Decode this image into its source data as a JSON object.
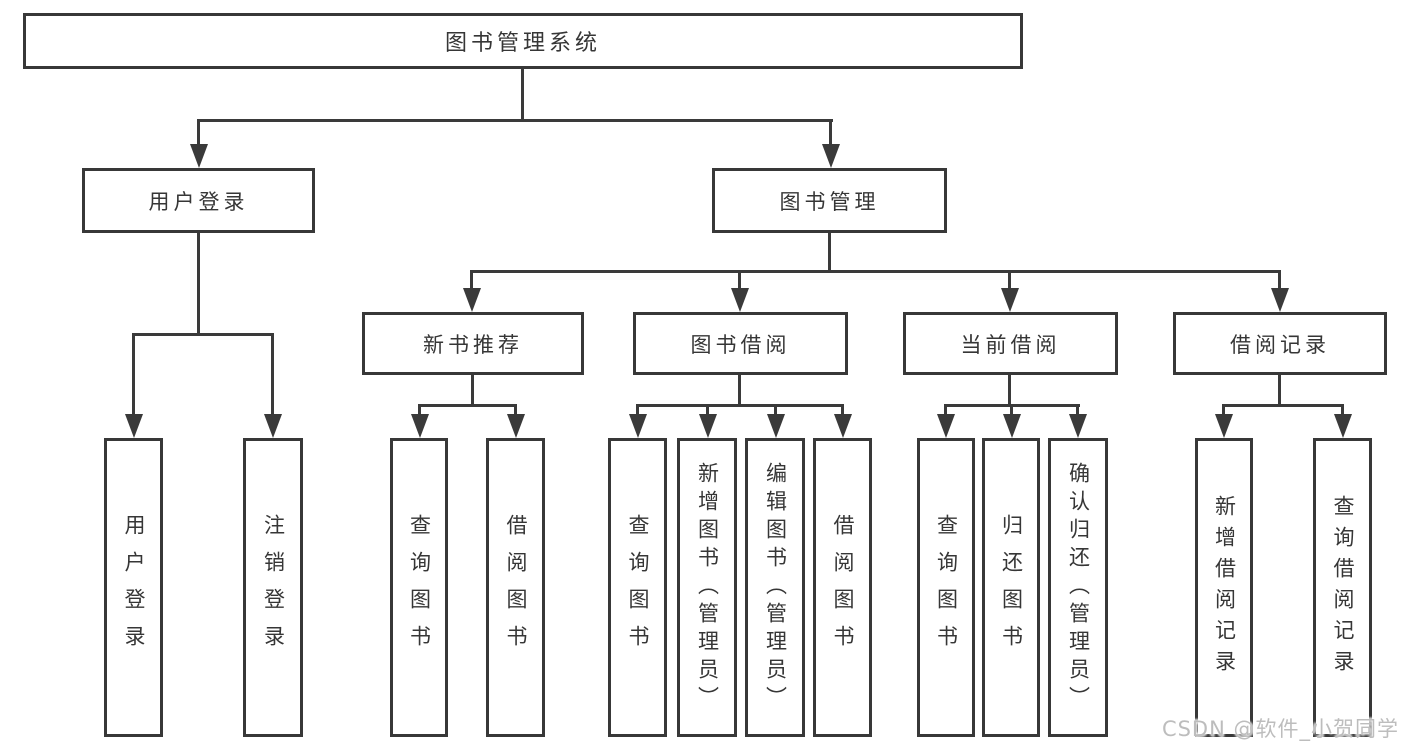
{
  "diagram_type": "hierarchy-tree",
  "colors": {
    "line": "#3a3a3a",
    "border": "#383838",
    "text": "#363636",
    "background": "#ffffff",
    "watermark": "#bdbdbd"
  },
  "tree": {
    "label": "图书管理系统",
    "children": [
      {
        "label": "用户登录",
        "children": [
          {
            "label": "用户登录"
          },
          {
            "label": "注销登录"
          }
        ]
      },
      {
        "label": "图书管理",
        "children": [
          {
            "label": "新书推荐",
            "children": [
              {
                "label": "查询图书"
              },
              {
                "label": "借阅图书"
              }
            ]
          },
          {
            "label": "图书借阅",
            "children": [
              {
                "label": "查询图书"
              },
              {
                "label": "新增图书（管理员）"
              },
              {
                "label": "编辑图书（管理员）"
              },
              {
                "label": "借阅图书"
              }
            ]
          },
          {
            "label": "当前借阅",
            "children": [
              {
                "label": "查询图书"
              },
              {
                "label": "归还图书"
              },
              {
                "label": "确认归还（管理员）"
              }
            ]
          },
          {
            "label": "借阅记录",
            "children": [
              {
                "label": "新增借阅记录"
              },
              {
                "label": "查询借阅记录"
              }
            ]
          }
        ]
      }
    ]
  },
  "watermark": "CSDN @软件_小贺同学"
}
